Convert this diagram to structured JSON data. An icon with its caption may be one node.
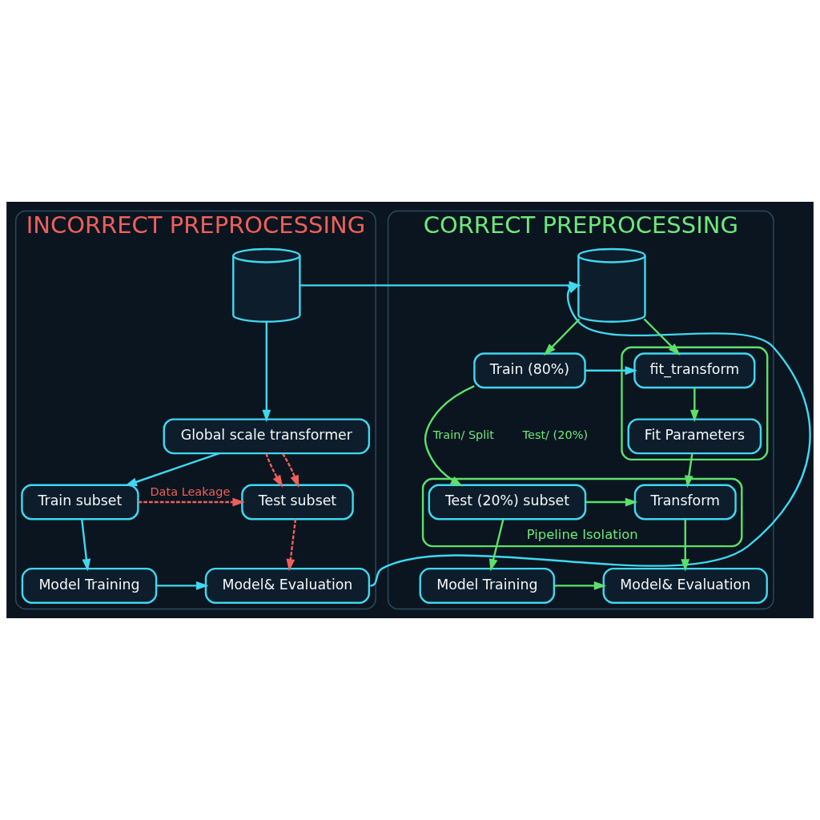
{
  "diagram": {
    "nodes": [
      {
        "text": [
          "INCORRECT PREPROCESSING"
        ]
      },
      {
        "text": [],
        "shape": "cylinder",
        "in": 0
      },
      {
        "text": [
          "Global scale transformer"
        ],
        "in": 0
      },
      {
        "text": [
          "Train subset"
        ],
        "in": 0
      },
      {
        "text": [
          "Test subset"
        ],
        "in": 0
      },
      {
        "text": [
          "Model Training"
        ],
        "in": 0
      },
      {
        "text": [
          "Model& Evaluation"
        ],
        "in": 0
      },
      {
        "text": [
          "CORRECT PREPROCESSING"
        ]
      },
      {
        "text": [],
        "shape": "cylinder",
        "in": 7
      },
      {
        "text": [
          "Train (80%)"
        ],
        "in": 7
      },
      {
        "text": [],
        "shape": "box",
        "in": 7
      },
      {
        "text": [
          "fit_transform"
        ],
        "in": 10
      },
      {
        "text": [
          "Fit Parameters"
        ],
        "in": 10
      },
      {
        "text": [
          "Pipeline Isolation"
        ],
        "in": 7
      },
      {
        "text": [
          "Test (20%) subset"
        ],
        "in": 13
      },
      {
        "text": [
          "Transform"
        ],
        "in": 13
      },
      {
        "text": [
          "Model Training"
        ],
        "in": 7
      },
      {
        "text": [
          "Model& Evaluation"
        ],
        "in": 7
      }
    ],
    "edges": [
      {
        "from": 1,
        "to": 2,
        "arrow": "to",
        "color": "#3fd8f0"
      },
      {
        "from": 1,
        "to": 8,
        "arrow": "to",
        "color": "#3fd8f0"
      },
      {
        "from": 2,
        "to": 3,
        "arrow": "to",
        "color": "#3fd8f0"
      },
      {
        "from": 2,
        "to": 4,
        "arrow": "to",
        "style": "dashed",
        "color": "#f0605a"
      },
      {
        "from": 2,
        "to": 4,
        "arrow": "to",
        "style": "dashed",
        "color": "#f0605a"
      },
      {
        "from": 3,
        "to": 4,
        "arrow": "to",
        "label": "Data Leakage",
        "style": "dashed",
        "color": "#f0605a"
      },
      {
        "from": 3,
        "to": 5,
        "arrow": "to",
        "color": "#3fd8f0"
      },
      {
        "from": 4,
        "to": 6,
        "arrow": "to",
        "style": "dashed",
        "color": "#f0605a"
      },
      {
        "from": 5,
        "to": 6,
        "arrow": "to",
        "color": "#3fd8f0"
      },
      {
        "from": 6,
        "to": 8,
        "arrow": "to",
        "color": "#3fd8f0"
      },
      {
        "from": 8,
        "to": 9,
        "arrow": "to"
      },
      {
        "from": 8,
        "to": 11,
        "arrow": "to"
      },
      {
        "from": 9,
        "to": 11,
        "arrow": "to",
        "color": "#3fd8f0"
      },
      {
        "from": 11,
        "to": 12,
        "arrow": "to"
      },
      {
        "from": 9,
        "to": 14,
        "arrow": "to",
        "label": "Train/ Split"
      },
      {
        "from": 12,
        "to": 15,
        "arrow": "to"
      },
      {
        "from": 14,
        "to": 15,
        "arrow": "to"
      },
      {
        "from": 14,
        "to": 16,
        "arrow": "to"
      },
      {
        "from": 15,
        "to": 17,
        "arrow": "to"
      },
      {
        "from": 16,
        "to": 17,
        "arrow": "to"
      }
    ],
    "labels": [
      "Test/ (20%)"
    ]
  }
}
